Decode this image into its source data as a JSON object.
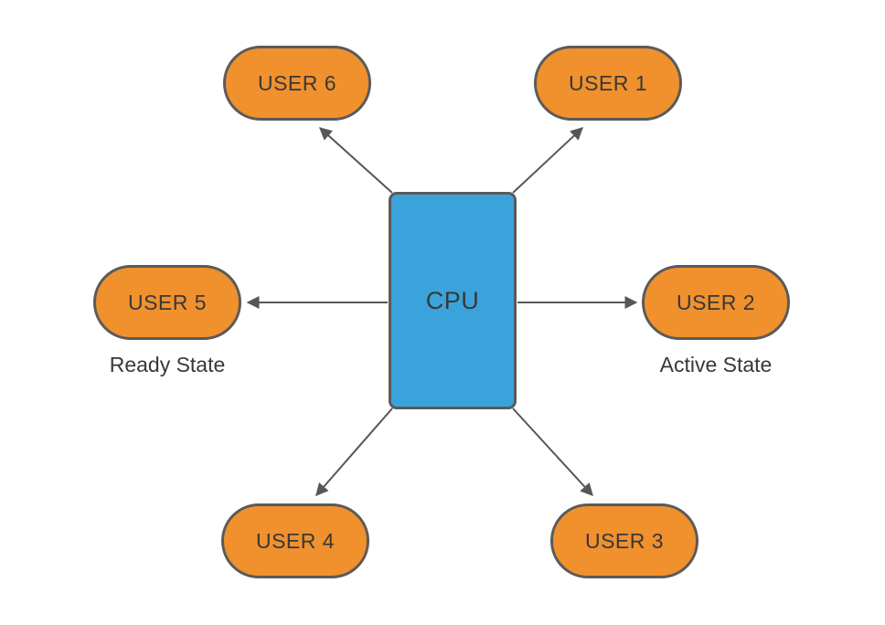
{
  "diagram": {
    "background": "#FFFFFF",
    "cpu": {
      "label": "CPU"
    },
    "users": [
      {
        "id": "user-1",
        "label": "USER 1"
      },
      {
        "id": "user-2",
        "label": "USER 2"
      },
      {
        "id": "user-3",
        "label": "USER 3"
      },
      {
        "id": "user-4",
        "label": "USER 4"
      },
      {
        "id": "user-5",
        "label": "USER 5"
      },
      {
        "id": "user-6",
        "label": "USER 6"
      }
    ],
    "annotations": {
      "ready": "Ready State",
      "active": "Active State"
    },
    "edges": [
      {
        "from": "CPU",
        "to": "USER 1",
        "arrowhead": "at USER 1"
      },
      {
        "from": "CPU",
        "to": "USER 2",
        "arrowhead": "at USER 2"
      },
      {
        "from": "CPU",
        "to": "USER 3",
        "arrowhead": "at USER 3"
      },
      {
        "from": "CPU",
        "to": "USER 4",
        "arrowhead": "at USER 4"
      },
      {
        "from": "CPU",
        "to": "USER 5",
        "arrowhead": "at USER 5"
      },
      {
        "from": "CPU",
        "to": "USER 6",
        "arrowhead": "at USER 6"
      }
    ],
    "colors": {
      "user_fill": "#F0912D",
      "cpu_fill": "#3BA3DC",
      "shape_border": "#5A5A5A",
      "arrow": "#575757",
      "text": "#383838"
    }
  }
}
